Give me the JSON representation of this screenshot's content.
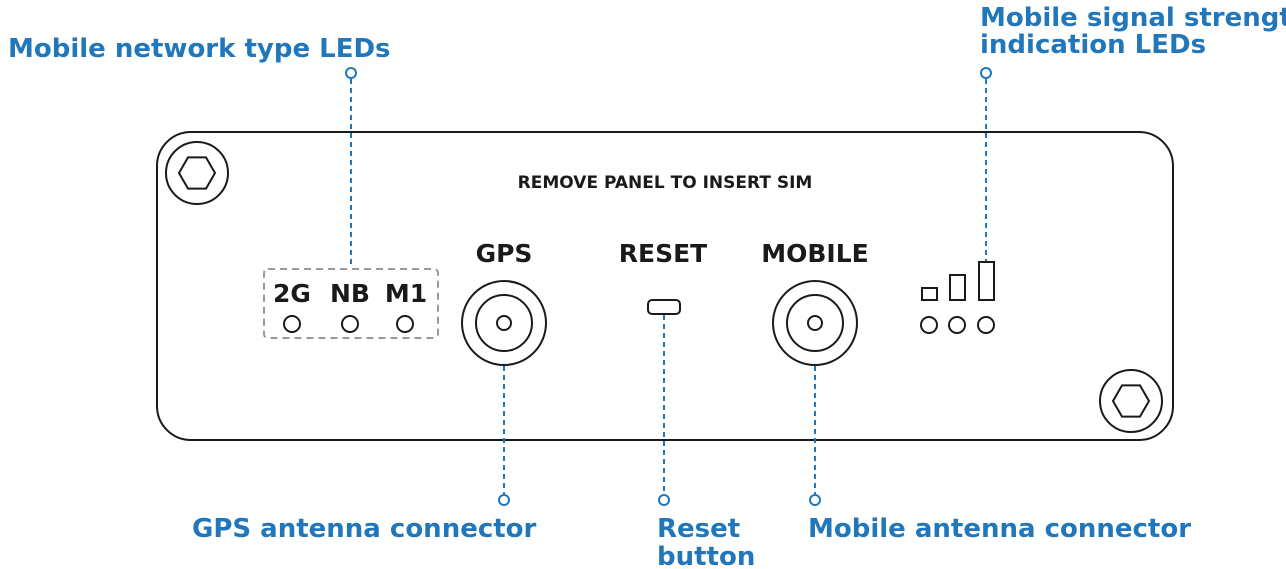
{
  "callouts": {
    "network_type_leds": "Mobile network type LEDs",
    "signal_strength_leds_line1": "Mobile signal strength",
    "signal_strength_leds_line2": "indication LEDs",
    "gps_connector": "GPS antenna connector",
    "reset_button_line1": "Reset",
    "reset_button_line2": "button",
    "mobile_connector": "Mobile antenna connector"
  },
  "panel": {
    "sim_notice": "REMOVE PANEL TO INSERT SIM",
    "gps_label": "GPS",
    "reset_label": "RESET",
    "mobile_label": "MOBILE",
    "led_labels": [
      "2G",
      "NB",
      "M1"
    ]
  },
  "colors": {
    "callout": "#2277bb",
    "ink": "#1a1a1a"
  }
}
